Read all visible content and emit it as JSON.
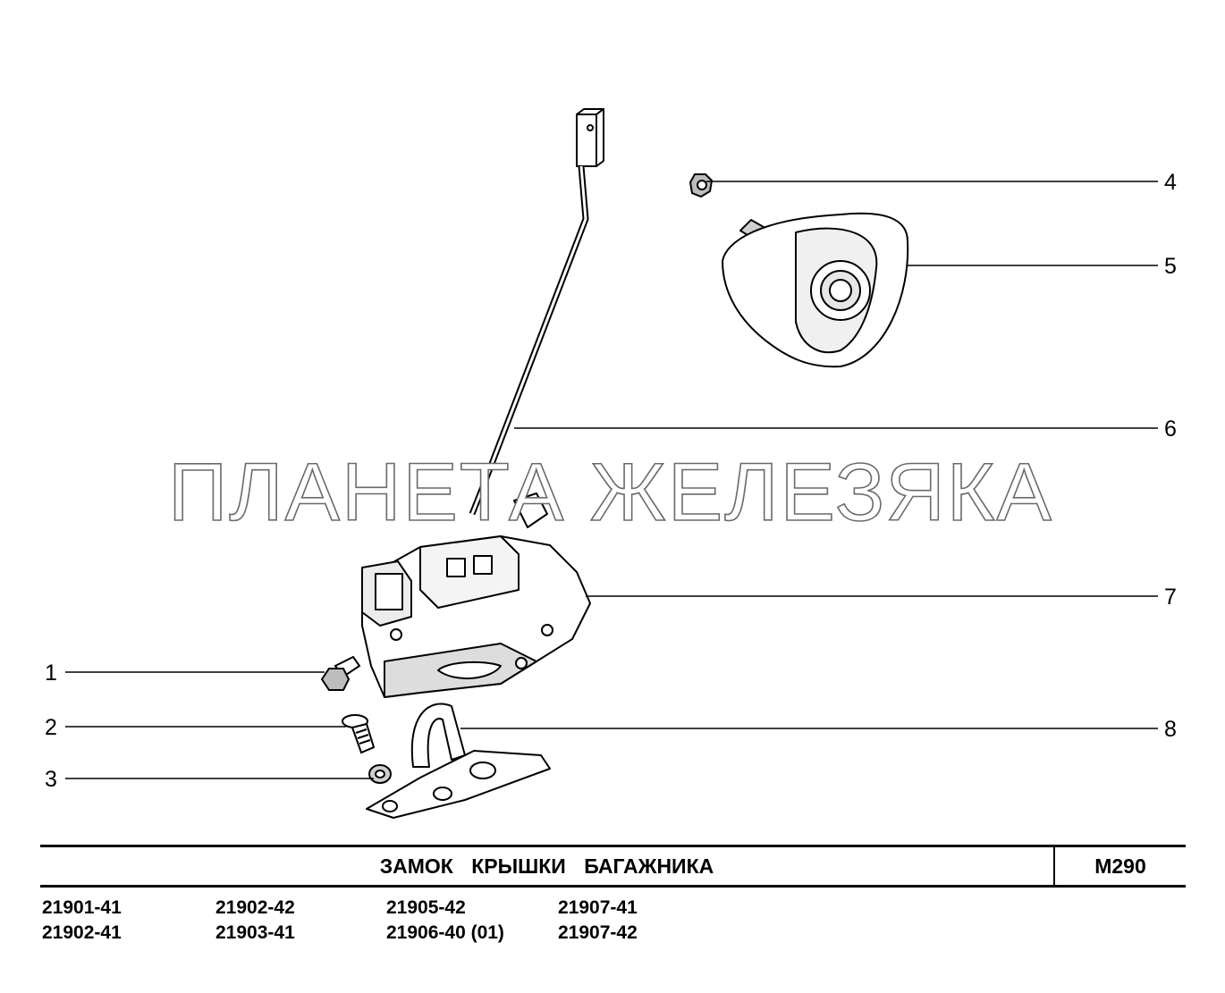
{
  "watermark": "ПЛАНЕТА ЖЕЛЕЗЯКА",
  "callouts": [
    "1",
    "2",
    "3",
    "4",
    "5",
    "6",
    "7",
    "8"
  ],
  "title": "ЗАМОК КРЫШКИ БАГАЖНИКА",
  "code": "М290",
  "models": [
    [
      "21901-41",
      "21902-41"
    ],
    [
      "21902-42",
      "21903-41"
    ],
    [
      "21905-42",
      "21906-40 (01)"
    ],
    [
      "21907-41",
      "21907-42"
    ]
  ]
}
